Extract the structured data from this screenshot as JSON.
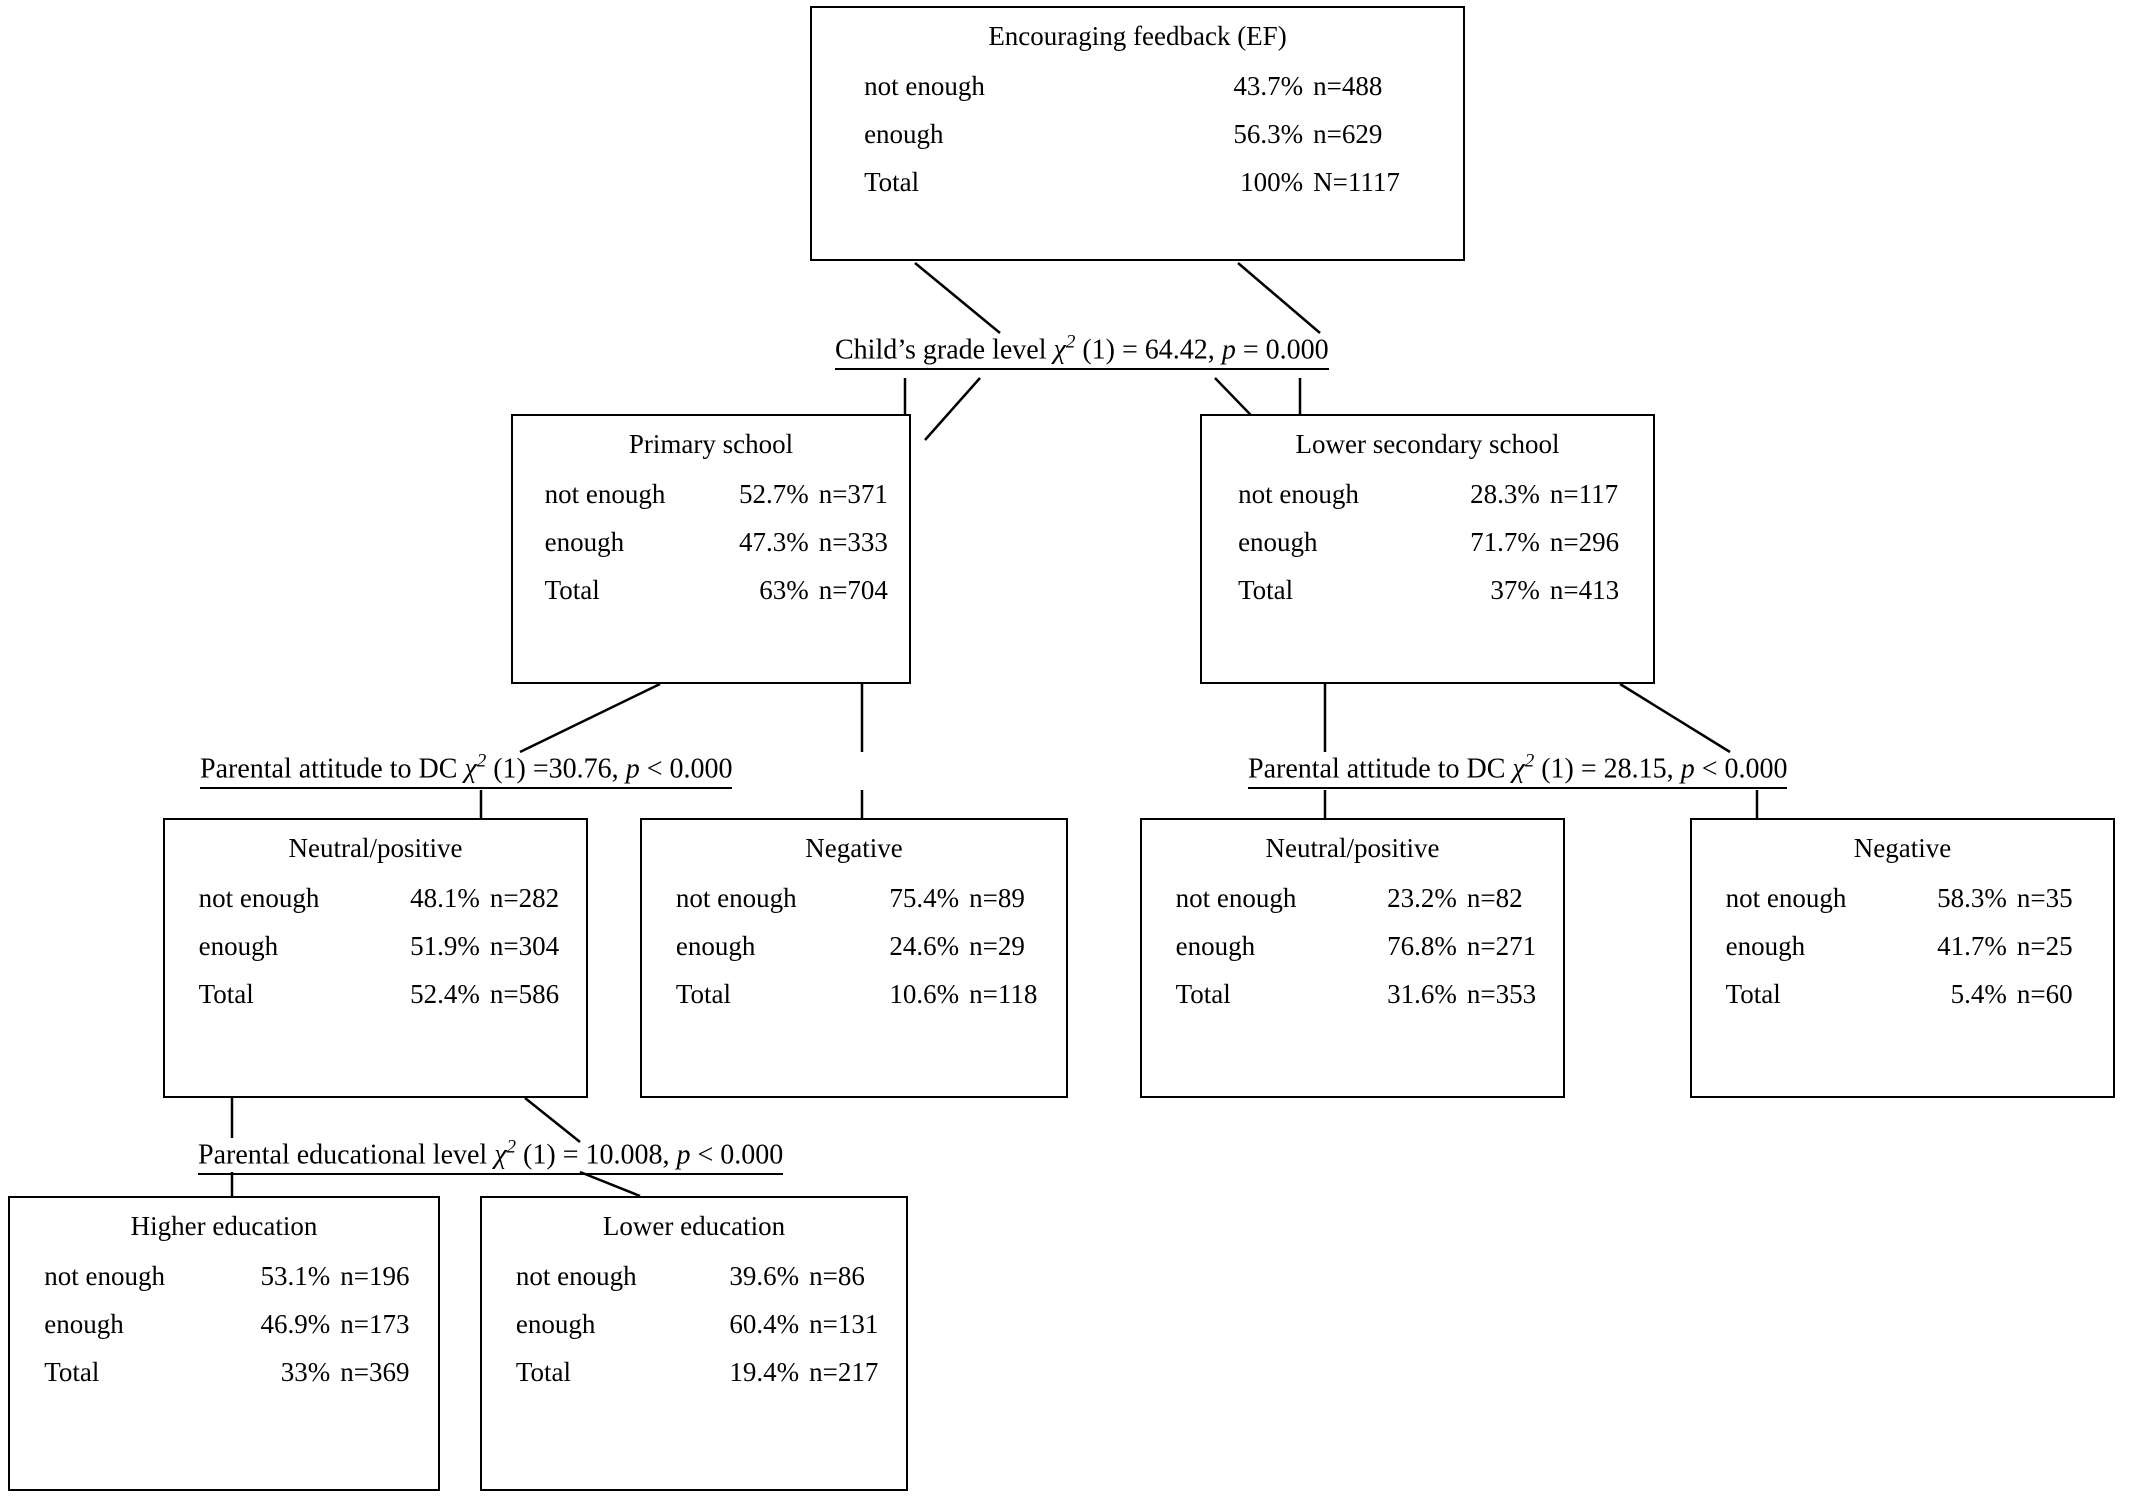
{
  "diagram": {
    "type": "chaid-decision-tree",
    "title": "Encouraging feedback (EF)"
  },
  "labels": {
    "row_categories": [
      "not enough",
      "enough",
      "Total"
    ]
  },
  "chart_data": {
    "type": "table",
    "title": "Encouraging feedback (EF) CHAID decision tree",
    "nodes": [
      {
        "id": "root",
        "level": 0,
        "title": "Encouraging feedback (EF)",
        "rows": [
          {
            "category": "not enough",
            "percent": "43.7%",
            "count": "n=488"
          },
          {
            "category": "enough",
            "percent": "56.3%",
            "count": "n=629"
          },
          {
            "category": "Total",
            "percent": "100%",
            "count": "N=1117"
          }
        ]
      },
      {
        "id": "primary",
        "level": 1,
        "title": "Primary school",
        "rows": [
          {
            "category": "not enough",
            "percent": "52.7%",
            "count": "n=371"
          },
          {
            "category": "enough",
            "percent": "47.3%",
            "count": "n=333"
          },
          {
            "category": "Total",
            "percent": "63%",
            "count": "n=704"
          }
        ]
      },
      {
        "id": "lower-secondary",
        "level": 1,
        "title": "Lower secondary school",
        "rows": [
          {
            "category": "not enough",
            "percent": "28.3%",
            "count": "n=117"
          },
          {
            "category": "enough",
            "percent": "71.7%",
            "count": "n=296"
          },
          {
            "category": "Total",
            "percent": "37%",
            "count": "n=413"
          }
        ]
      },
      {
        "id": "primary-neutral-positive",
        "level": 2,
        "title": "Neutral/positive",
        "rows": [
          {
            "category": "not enough",
            "percent": "48.1%",
            "count": "n=282"
          },
          {
            "category": "enough",
            "percent": "51.9%",
            "count": "n=304"
          },
          {
            "category": "Total",
            "percent": "52.4%",
            "count": "n=586"
          }
        ]
      },
      {
        "id": "primary-negative",
        "level": 2,
        "title": "Negative",
        "rows": [
          {
            "category": "not enough",
            "percent": "75.4%",
            "count": "n=89"
          },
          {
            "category": "enough",
            "percent": "24.6%",
            "count": "n=29"
          },
          {
            "category": "Total",
            "percent": "10.6%",
            "count": "n=118"
          }
        ]
      },
      {
        "id": "secondary-neutral-positive",
        "level": 2,
        "title": "Neutral/positive",
        "rows": [
          {
            "category": "not enough",
            "percent": "23.2%",
            "count": "n=82"
          },
          {
            "category": "enough",
            "percent": "76.8%",
            "count": "n=271"
          },
          {
            "category": "Total",
            "percent": "31.6%",
            "count": "n=353"
          }
        ]
      },
      {
        "id": "secondary-negative",
        "level": 2,
        "title": "Negative",
        "rows": [
          {
            "category": "not enough",
            "percent": "58.3%",
            "count": "n=35"
          },
          {
            "category": "enough",
            "percent": "41.7%",
            "count": "n=25"
          },
          {
            "category": "Total",
            "percent": "5.4%",
            "count": "n=60"
          }
        ]
      },
      {
        "id": "higher-education",
        "level": 3,
        "title": "Higher education",
        "rows": [
          {
            "category": "not enough",
            "percent": "53.1%",
            "count": "n=196"
          },
          {
            "category": "enough",
            "percent": "46.9%",
            "count": "n=173"
          },
          {
            "category": "Total",
            "percent": "33%",
            "count": "n=369"
          }
        ]
      },
      {
        "id": "lower-education",
        "level": 3,
        "title": "Lower education",
        "rows": [
          {
            "category": "not enough",
            "percent": "39.6%",
            "count": "n=86"
          },
          {
            "category": "enough",
            "percent": "60.4%",
            "count": "n=131"
          },
          {
            "category": "Total",
            "percent": "19.4%",
            "count": "n=217"
          }
        ]
      }
    ],
    "splits": [
      {
        "id": "split-grade-level",
        "variable": "Child’s grade level",
        "statistic": "χ² (1) = 64.42",
        "p_value": "p = 0.000",
        "full_text": "Child’s grade level χ² (1) = 64.42, p = 0.000",
        "parent": "root",
        "children": [
          "primary",
          "lower-secondary"
        ]
      },
      {
        "id": "split-attitude-dc-primary",
        "variable": "Parental attitude to DC",
        "statistic": "χ² (1) =30.76",
        "p_value": "p < 0.000",
        "full_text": "Parental attitude to DC χ² (1) =30.76, p < 0.000",
        "parent": "primary",
        "children": [
          "primary-neutral-positive",
          "primary-negative"
        ]
      },
      {
        "id": "split-attitude-dc-secondary",
        "variable": "Parental attitude to DC",
        "statistic": "χ² (1) = 28.15",
        "p_value": "p < 0.000",
        "full_text": "Parental attitude to DC χ² (1) = 28.15, p < 0.000",
        "parent": "lower-secondary",
        "children": [
          "secondary-neutral-positive",
          "secondary-negative"
        ]
      },
      {
        "id": "split-parental-education",
        "variable": "Parental educational level",
        "statistic": "χ² (1) = 10.008",
        "p_value": "p < 0.000",
        "full_text": "Parental educational level χ² (1) = 10.008, p < 0.000",
        "parent": "primary-neutral-positive",
        "children": [
          "higher-education",
          "lower-education"
        ]
      }
    ]
  }
}
